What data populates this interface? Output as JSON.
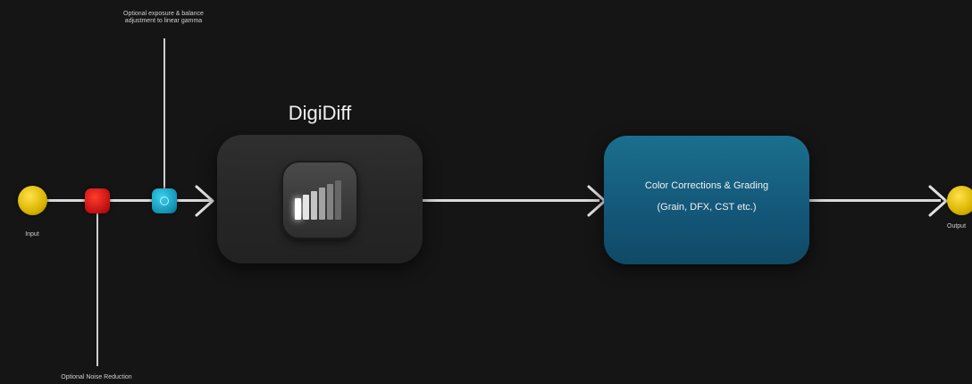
{
  "diagram": {
    "note_top_line1": "Optional exposure & balance",
    "note_top_line2": "adjustment to linear gamma",
    "note_bottom": "Optional Noise Reduction",
    "input_label": "Input",
    "output_label": "Output",
    "digidiff_title": "DigiDiff",
    "grading_line1": "Color Corrections & Grading",
    "grading_line2": "(Grain, DFX, CST etc.)"
  },
  "colors": {
    "background": "#151515",
    "input_node": "#e0bb00",
    "noise_node": "#d11515",
    "exposure_node": "#1aa6c8",
    "grading_block": "#16607f"
  },
  "icons": {
    "digidiff_app": "gradient-bars-icon"
  }
}
